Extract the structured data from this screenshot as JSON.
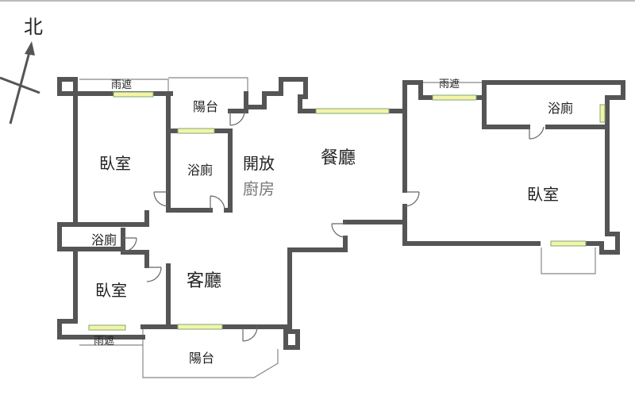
{
  "compass": {
    "label": "北",
    "color": "#555555"
  },
  "rooms": {
    "bedroom_nw": "臥室",
    "bedroom_sw": "臥室",
    "bedroom_e": "臥室",
    "bath_center": "浴廁",
    "bath_west": "浴廁",
    "bath_east": "浴廁",
    "balcony_top": "陽台",
    "balcony_bottom": "陽台",
    "awning_top_left": "雨遮",
    "awning_top_right": "雨遮",
    "awning_bottom": "雨遮",
    "open_kitchen_line1": "開放",
    "open_kitchen_line2": "廚房",
    "dining": "餐廳",
    "living": "客廳"
  },
  "colors": {
    "wall": "#555555",
    "thin_line": "#888888",
    "window_fill": "#f5f3a8",
    "window_line": "#7aa87a",
    "background": "#ffffff"
  }
}
